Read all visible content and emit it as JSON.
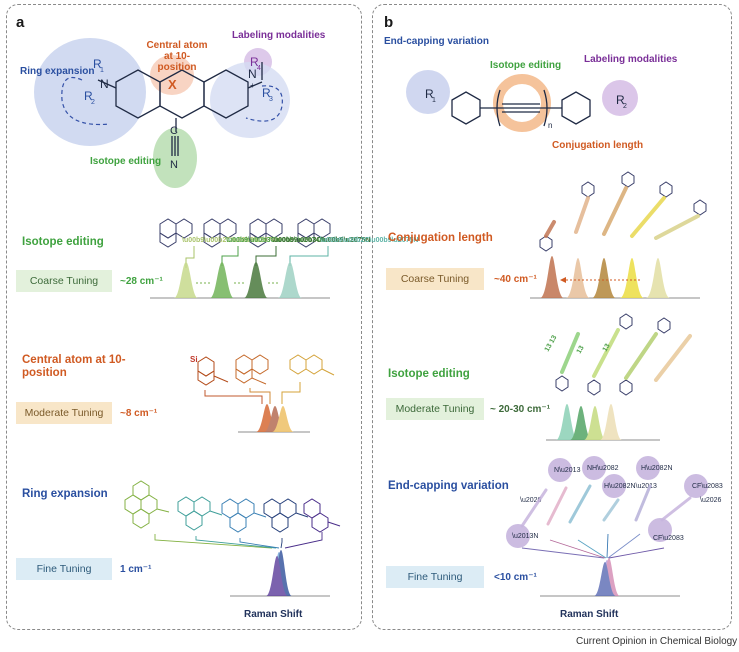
{
  "panel_a": {
    "letter": "a",
    "labels": {
      "ring_expansion": "Ring expansion",
      "central_atom": "Central atom at 10-position",
      "labeling": "Labeling modalities",
      "isotope": "Isotope editing"
    },
    "sections": [
      {
        "title": "Isotope editing",
        "tuning": "Coarse Tuning",
        "value": "~28 cm⁻¹"
      },
      {
        "title": "Central atom at 10-position",
        "tuning": "Moderate Tuning",
        "value": "~8 cm⁻¹"
      },
      {
        "title": "Ring expansion",
        "tuning": "Fine Tuning",
        "value": "1 cm⁻¹"
      }
    ],
    "axis_label": "Raman Shift"
  },
  "panel_b": {
    "letter": "b",
    "labels": {
      "end_capping": "End-capping variation",
      "isotope": "Isotope editing",
      "labeling": "Labeling modalities",
      "conjugation": "Conjugation length"
    },
    "sections": [
      {
        "title": "Conjugation length",
        "tuning": "Coarse Tuning",
        "value": "~40 cm⁻¹"
      },
      {
        "title": "Isotope editing",
        "tuning": "Moderate Tuning",
        "value": "~ 20-30 cm⁻¹"
      },
      {
        "title": "End-capping variation",
        "tuning": "Fine Tuning",
        "value": "<10 cm⁻¹"
      }
    ],
    "axis_label": "Raman Shift"
  },
  "credit": "Current Opinion in Chemical Biology",
  "colors": {
    "isotope": "#3fa23f",
    "central": "#d05a22",
    "ring": "#2a4fa0",
    "labeling": "#7a2f98",
    "coarse_a_box": "#e3f1dc",
    "moderate_box": "#f8e6c8",
    "fine_box": "#dcecf5"
  }
}
